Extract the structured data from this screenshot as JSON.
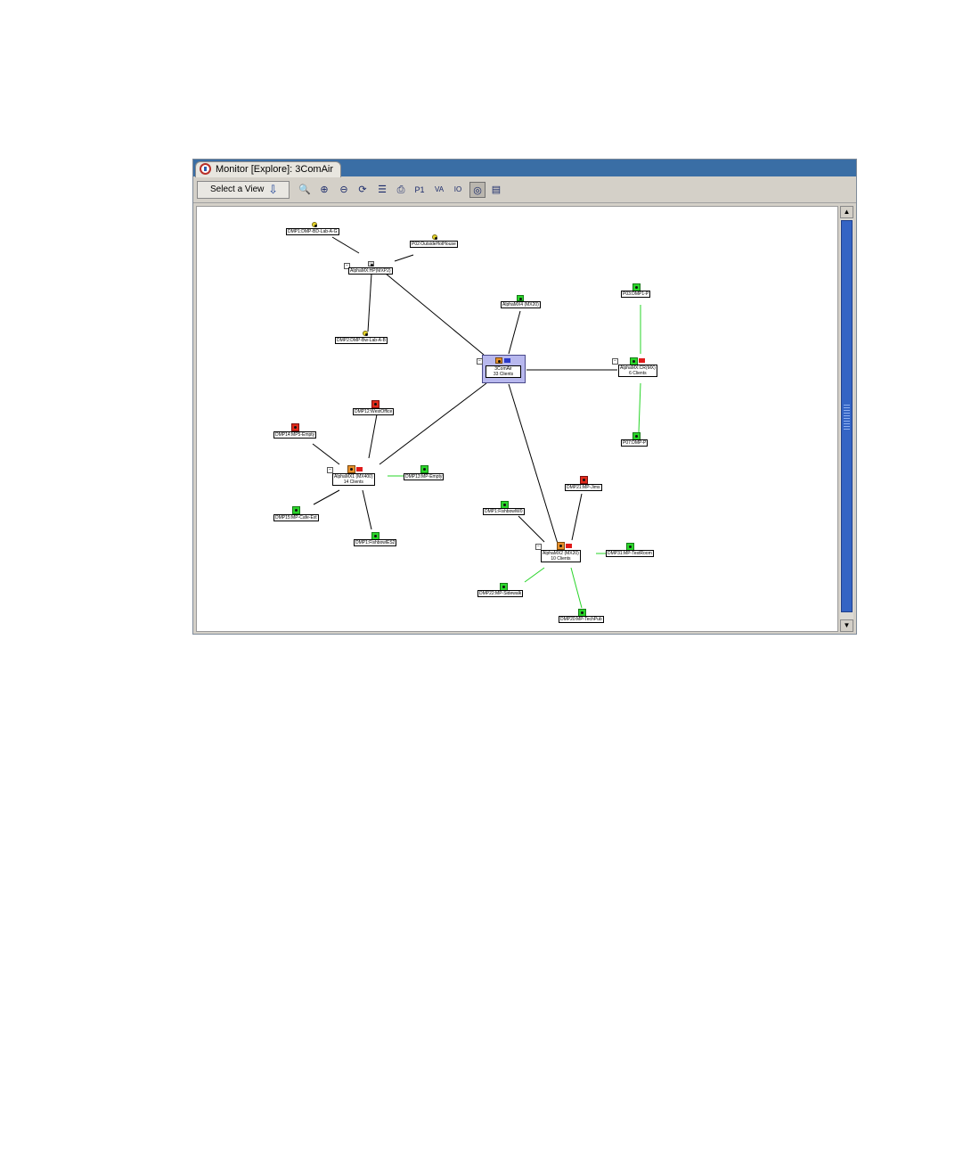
{
  "window": {
    "tab_title": "Monitor [Explore]: 3ComAir"
  },
  "toolbar": {
    "select_view_label": "Select a View",
    "buttons": [
      {
        "name": "search-icon",
        "glyph": "🔍"
      },
      {
        "name": "zoom-in-icon",
        "glyph": "⊕"
      },
      {
        "name": "zoom-out-icon",
        "glyph": "⊖"
      },
      {
        "name": "refresh-icon",
        "glyph": "⟳"
      },
      {
        "name": "list-icon",
        "glyph": "☰"
      },
      {
        "name": "print-icon",
        "glyph": "⎙"
      },
      {
        "name": "p1-icon",
        "glyph": "P1"
      },
      {
        "name": "va-icon",
        "glyph": "VA"
      },
      {
        "name": "io-icon",
        "glyph": "IO"
      },
      {
        "name": "target-icon",
        "glyph": "◎"
      },
      {
        "name": "notes-icon",
        "glyph": "▤"
      }
    ]
  },
  "map": {
    "root": {
      "name": "3ComAir",
      "clients": "33 Clients"
    },
    "nodes": {
      "n_dmp1_bldg": "DMP1:DMP-BD-Lab-A-G",
      "n_p02": "P02:OutsideHotHouse",
      "n_alpha_hp": "AlphaMX:HP(MXP2)",
      "n_dmp2_lab": "DMP2:DMP-Bw-Lab-A-B",
      "n_alpha_mx4": "AlphaMX4 (MX20)",
      "n_p03": "P03:DMP1-P",
      "n_alpha_r": "AlphaMX:CR(MX)",
      "n_alpha_r_clients": "6 Clients",
      "n_p07": "P07:DMP-P",
      "n_dmp12": "DMP12:WestOffice",
      "n_dmp14": "DMP14:MP5-Empty",
      "n_alpha_mx1": "AlphaMX1 (MX400)",
      "n_alpha_mx1_clients": "14 Clients",
      "n_dmp13": "DMP13:MP-Empty",
      "n_dmp15": "DMP15:MP-Cafe-Ext",
      "n_dmp1_fish": "DMP1:FishbowlES2",
      "n_dmp21": "DMP21:MP-Jims",
      "n_dmp1_fb2": "DMP1:FishbowlW0",
      "n_alpha_mx2": "AlphaMX2 (MX20)",
      "n_alpha_mx2_clients": "10 Clients",
      "n_dmp31": "DMP31:MP-TestRoom",
      "n_dmp22": "DMP22:MP-Sidewalk",
      "n_dmp20": "DMP20:MP-TechPub"
    }
  },
  "colors": {
    "title_bar": "#3a6ea5",
    "link_black": "#000000",
    "link_green": "#27d427",
    "root_box": "#b8b8ee"
  }
}
